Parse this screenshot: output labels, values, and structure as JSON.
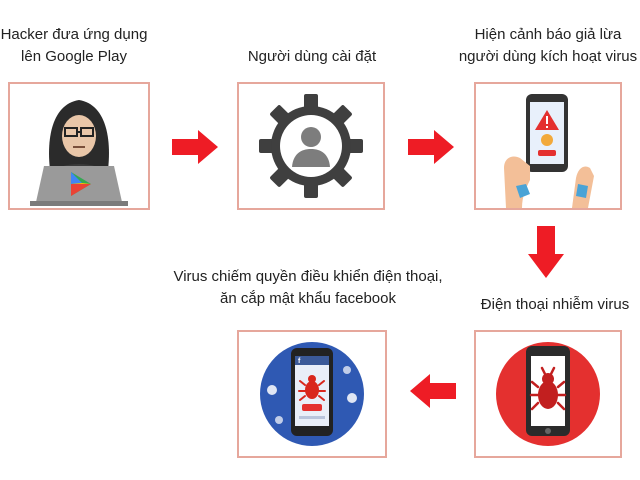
{
  "steps": [
    {
      "id": "hacker",
      "label_lines": [
        "Hacker đưa ứng dụng",
        "lên Google Play"
      ],
      "icon": "hacker-laptop-icon"
    },
    {
      "id": "install",
      "label_lines": [
        "Người dùng cài đặt"
      ],
      "icon": "user-gear-icon"
    },
    {
      "id": "warning",
      "label_lines": [
        "Hiện cảnh báo giả lừa",
        "người dùng kích hoạt virus"
      ],
      "icon": "phone-warning-hands-icon"
    },
    {
      "id": "infected",
      "label_lines": [
        "Điện thoại nhiễm virus"
      ],
      "icon": "phone-bug-icon"
    },
    {
      "id": "takeover",
      "label_lines": [
        "Virus chiếm quyền điều khiển điện thoại,",
        "ăn cắp mật khẩu facebook"
      ],
      "icon": "phone-facebook-bug-icon"
    }
  ],
  "colors": {
    "box_border": "#e6a79c",
    "arrow": "#ee1c25",
    "gear": "#3f3f3f",
    "facebook_blue": "#2f59b3",
    "bug_circle": "#e4302f"
  }
}
